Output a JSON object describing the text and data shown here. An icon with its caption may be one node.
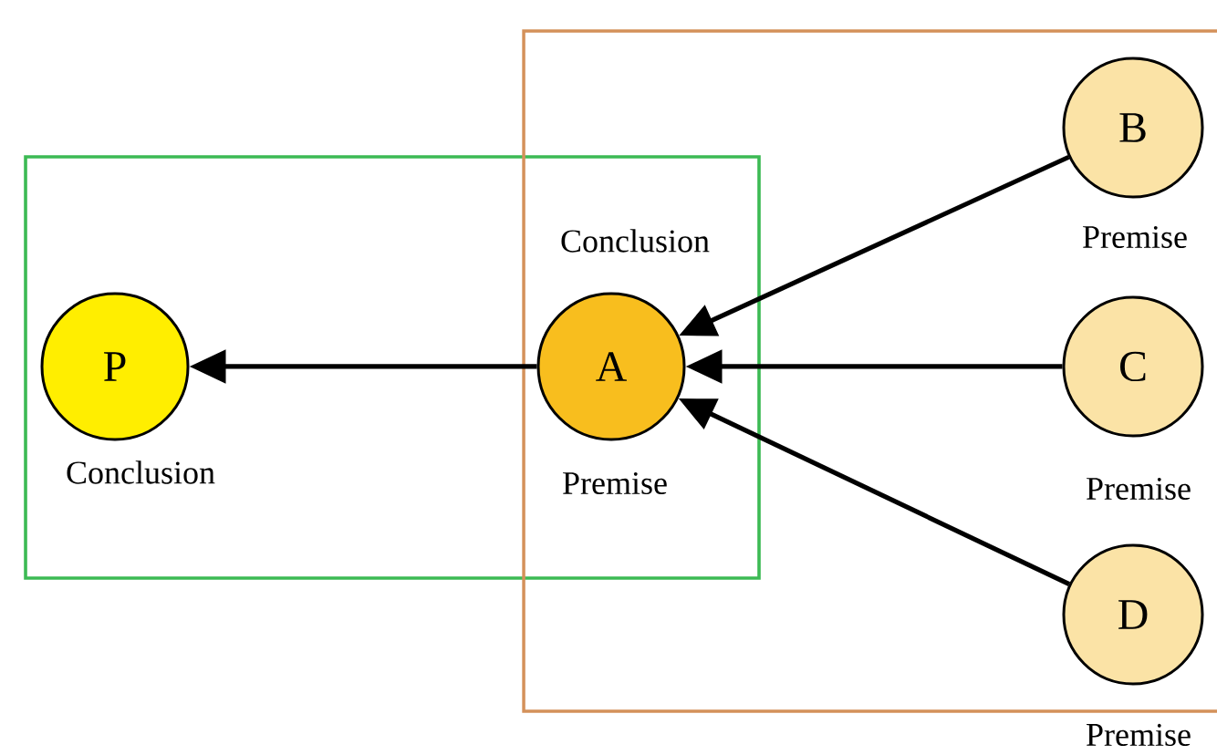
{
  "diagram": {
    "nodes": [
      {
        "text": [],
        "shape": "box"
      },
      {
        "text": [],
        "shape": "box"
      },
      {
        "text": [
          "P"
        ],
        "beside": [
          "Conclusion"
        ],
        "in": 0
      },
      {
        "text": [
          "A"
        ],
        "beside": [
          "Conclusion",
          "Premise"
        ]
      },
      {
        "text": [
          "B"
        ],
        "beside": [
          "Premise"
        ],
        "in": 1
      },
      {
        "text": [
          "C"
        ],
        "beside": [
          "Premise"
        ],
        "in": 1
      },
      {
        "text": [
          "D"
        ],
        "beside": [
          "Premise"
        ],
        "in": 1
      }
    ],
    "edges": [
      {
        "from": 3,
        "to": 2,
        "arrow": "to"
      },
      {
        "from": 4,
        "to": 3,
        "arrow": "to"
      },
      {
        "from": 5,
        "to": 3,
        "arrow": "to"
      },
      {
        "from": 6,
        "to": 3,
        "arrow": "to"
      }
    ]
  }
}
